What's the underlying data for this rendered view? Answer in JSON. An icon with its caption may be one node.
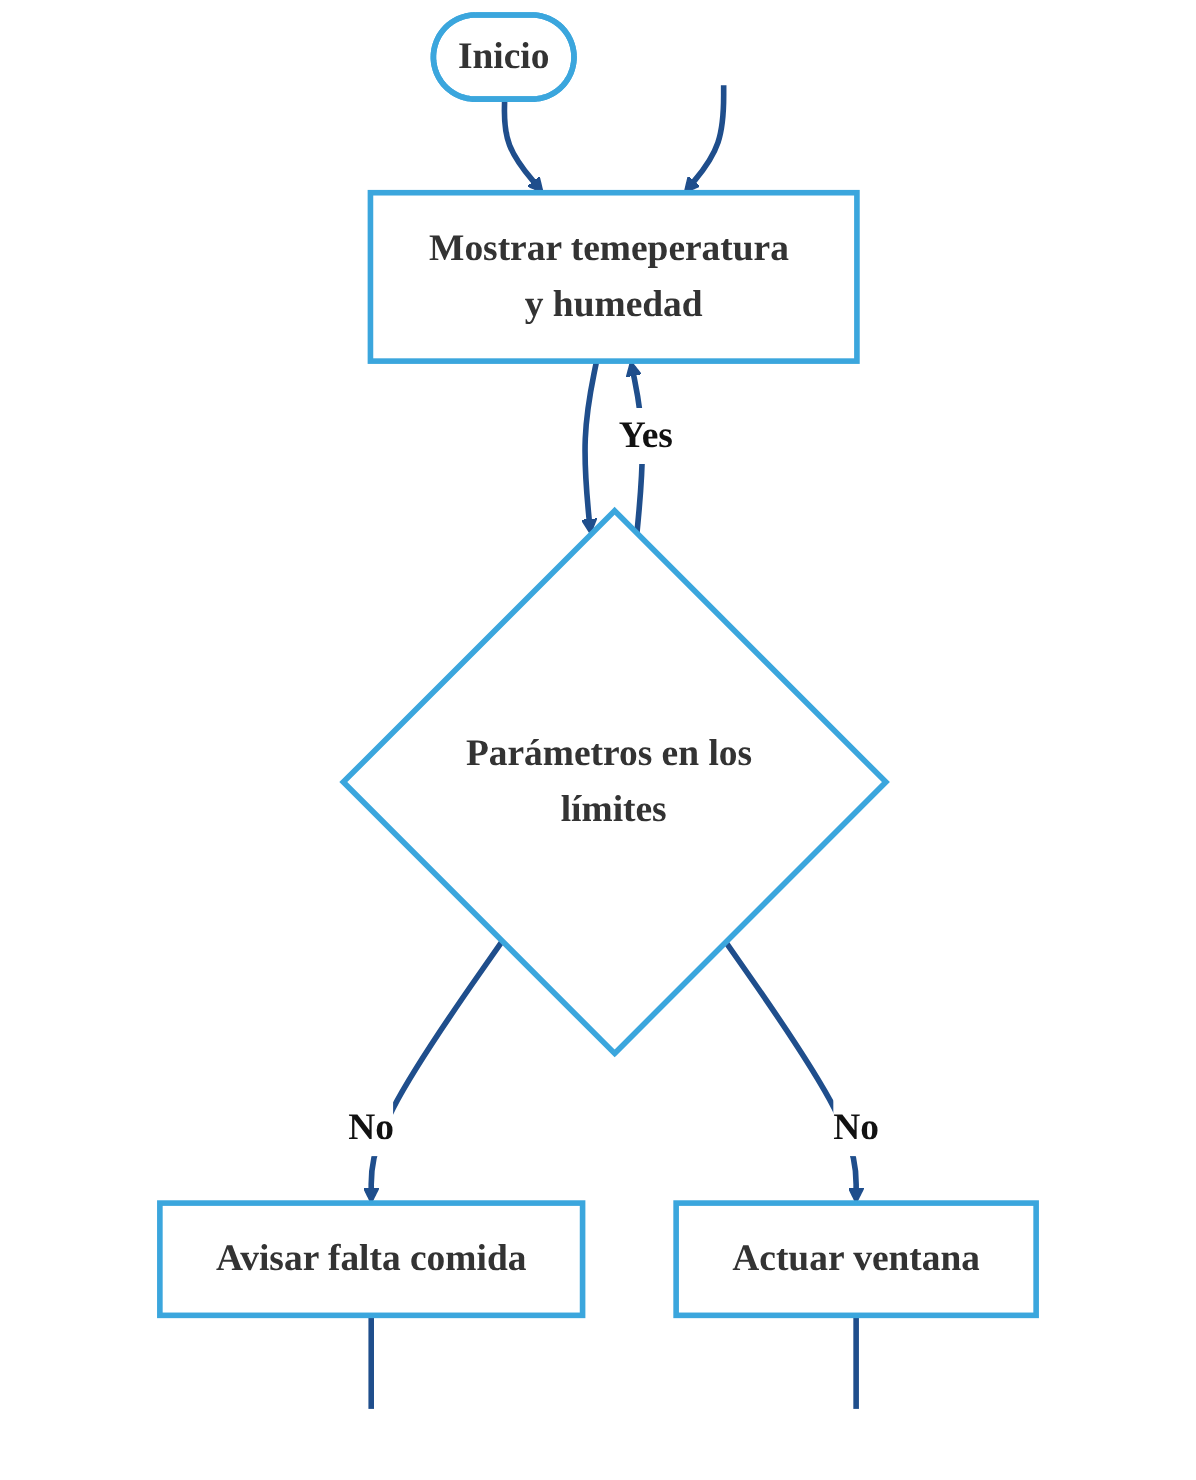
{
  "diagram": {
    "nodes": [
      {
        "text": [
          "Inicio"
        ]
      },
      {
        "text": [
          "Mostrar temeperatura y humedad"
        ]
      },
      {
        "text": [
          "Parámetros en los límites"
        ]
      },
      {
        "text": [
          "Avisar falta comida"
        ]
      },
      {
        "text": [
          "Actuar ventana"
        ]
      }
    ],
    "edges": [
      {
        "from": 0,
        "to": 1,
        "arrow": "to"
      },
      {
        "from": 1,
        "to": 2,
        "arrow": "to"
      },
      {
        "from": 2,
        "to": 1,
        "label": "Yes",
        "arrow": "to"
      },
      {
        "from": null,
        "to": 1,
        "arrow": "to"
      },
      {
        "from": 2,
        "to": 3,
        "label": "No",
        "arrow": "to"
      },
      {
        "from": 2,
        "to": 4,
        "label": "No",
        "arrow": "to"
      },
      {
        "from": 3,
        "to": null,
        "arrow": "none"
      },
      {
        "from": 4,
        "to": null,
        "arrow": "none"
      }
    ]
  }
}
